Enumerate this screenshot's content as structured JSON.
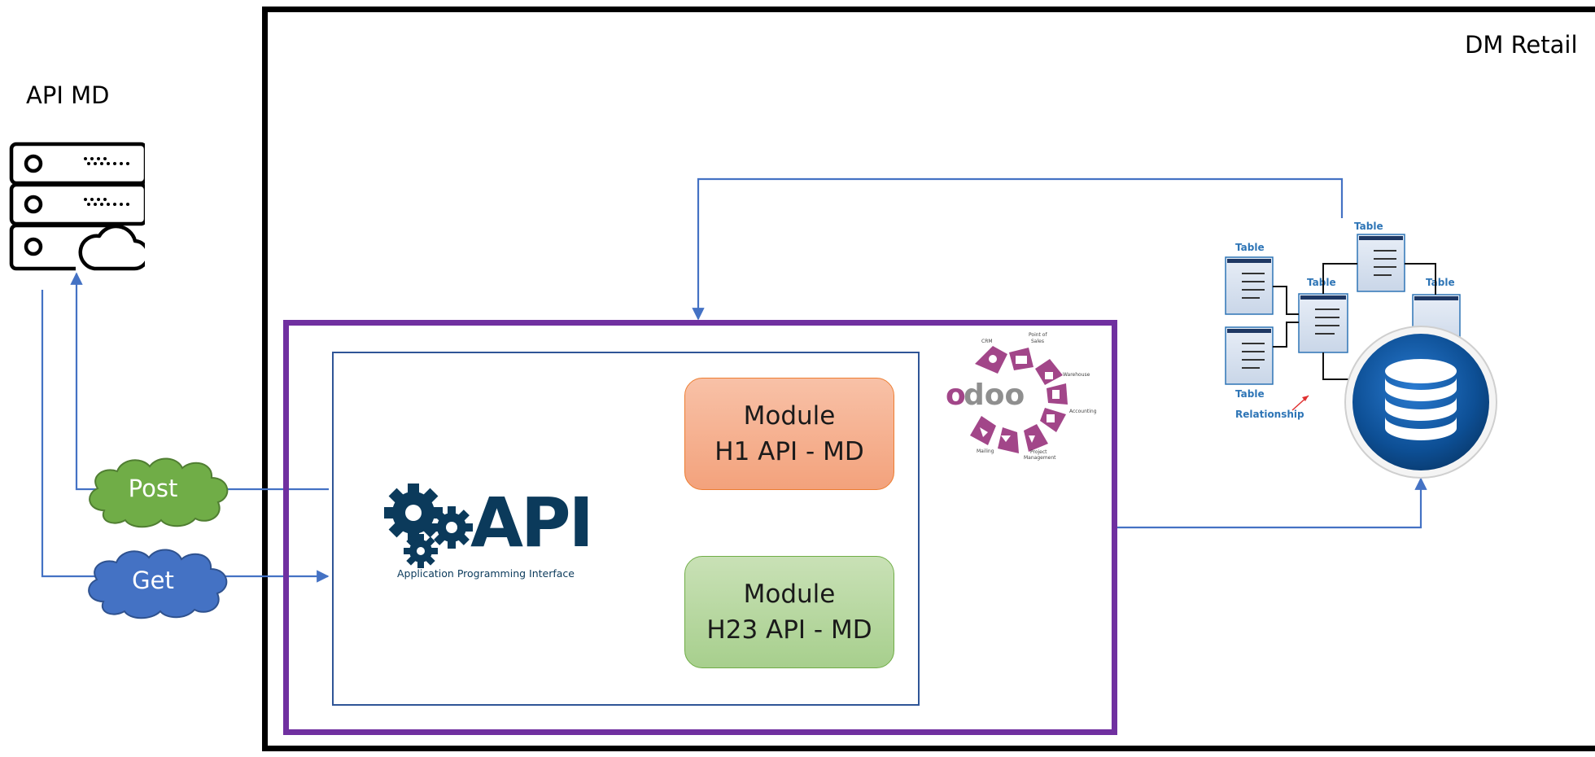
{
  "labels": {
    "api_md": "API MD",
    "dm_retail": "DM Retail"
  },
  "modules": {
    "h1": {
      "line1": "Module",
      "line2": "H1 API - MD"
    },
    "h23": {
      "line1": "Module",
      "line2": "H23 API - MD"
    }
  },
  "clouds": {
    "post": "Post",
    "get": "Get"
  },
  "api_logo": {
    "word": "API",
    "subtitle": "Application Programming Interface"
  },
  "odoo_logo": {
    "word": "odoo",
    "apps": [
      "CRM",
      "Point of Sales",
      "Warehouse",
      "Accounting",
      "Project Management",
      "Mailing"
    ]
  },
  "database_diagram": {
    "table_label": "Table",
    "relationship_label": "Relationship"
  },
  "colors": {
    "outer_frame": "#000000",
    "purple_frame": "#7030a0",
    "inner_frame": "#2f5597",
    "connector": "#4472c4",
    "post_cloud": "#70ad47",
    "get_cloud": "#4472c4",
    "module_h1": "#f4b183",
    "module_h23": "#a9d18e",
    "api_logo": "#0b3a5b",
    "odoo_purple": "#a24689",
    "db_blue": "#0d4f95"
  },
  "icons": [
    "server-cloud-icon",
    "gears-icon",
    "database-icon",
    "odoo-logo"
  ]
}
